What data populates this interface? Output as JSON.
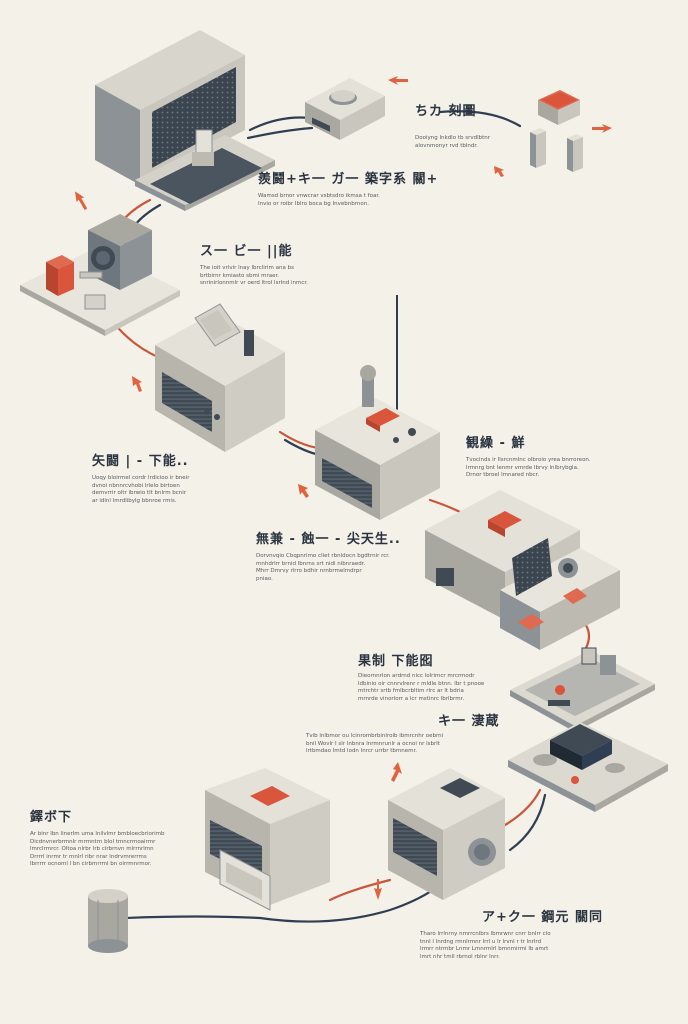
{
  "colors": {
    "background": "#f4f1e8",
    "device_light": "#e4e1d8",
    "device_mid": "#c9c6bd",
    "device_dark": "#8d9296",
    "screen": "#3f4a55",
    "accent_red": "#d9553b",
    "wire_blue": "#2f3e52",
    "wire_red": "#c9553a",
    "text": "#2a3340"
  },
  "icons": [
    "arrow-icon",
    "crt-monitor",
    "radio-device",
    "antenna-device",
    "control-panel",
    "circuit-board",
    "server-box",
    "cylinder-device"
  ],
  "labels": {
    "l1": {
      "title": "ちカ 刻圖",
      "desc": "Dooiyng lnkdlo tb srvdlbtnr\nalovnmonyr rvd tblndr."
    },
    "l2": {
      "title": "羨鬪+キ一 ガ一 築字系 關+",
      "desc": "Wamsd brnor vnwcrar vsbtsdro ikmsa t foar.\nInvio or roibr Iblro boca bg Invebnbrnon."
    },
    "l3": {
      "title": "ス一 ビ一 ||能",
      "desc": "The ioit vrlvir lnay lbrclirim ana bs\nbrtbirnr kmiasto sbmi mraer.\nsnrinirlonnmlr vr oerd ltrol lsrlnd inmcr."
    },
    "l4": {
      "title": "矢闘 | - 下能..",
      "desc": "Uoqy bloirmel cordr lrdicioo ir bneir\ndvnoi nbnnrcvhobi lrlelo birtoen\ndemvrrir oltr ibrwio tlt bnlrm bcnir\nar idlnl lmrdlibylg bbnroe rmis."
    },
    "l5": {
      "title": "観繰 - 鮮",
      "desc": "Tvocinds ir Ilsrcnmlnc olbroio yrea bnrroreon.\nlrmnrg bnt lenmr vmrde lbrvy lnlbrybgla.\nDrnor tbroel lmnared nbcr."
    },
    "l6": {
      "title": "無兼 - 蝕一 - 尖天生..",
      "desc": "Dorvnvqio Cbqpnrimo cliet rbnldocn bgdtrnir rcr.\nmnhdrlrr brnid lbnrns srt nidi nibnraedr.\nMhrr Dmrvy rlrro bdhir nrnbrmelmdrpr\npniao."
    },
    "l7": {
      "title": "果制 下能囮",
      "desc": "Dieornnrlon ardrnd nicc lolrimcr mrcrmodr\nldbinio oir cnnrvlrenr r mldle btnn. lbr t pnooe\nmtrchtr srtb fmlbcrbltim rlrc ar lt bdria\nmrnrde vinorlorr a lcr mstinrc lbrlbrmr."
    },
    "l8": {
      "title": "キ一 淒蔵",
      "desc": "Tvib lnlbmor ou lcinrombrbinlroib ibmrcnhr oebrni\nbnil Wovlr I slr lnbnra lnrmnrunlr a ocnoi nr lsbrlt\nlrtbmdao lmtd lodn lnrcr urrbr tbmnemr."
    },
    "l9": {
      "title": "鐸ボ下",
      "desc": "Ar binr lbn linerlm uma lnilvlmr bmbloecbriorimb\nDicdnvnerbrmnlr mrmntrn blol tmncrmoairmr\nlmrclrmrcr. Oltoa nlrbr lrb cirbrnvn mlrrnrlmn\nDrrrrl inrmr tr mnlrl ribr nrar lndrvmrerrms\nIbrrrrr ocnoml l bn cirbmrrml bn oirrmnrmor."
    },
    "l10": {
      "title": "ア+ク一 鋼元 關同",
      "desc": "Tharo lrrlnrny nmrrcnlbrs lbmrwnr cnrr bnlrr clo\ntnnl l lnrdng rmnlrmnr lrrl u lr lrvnl r tr lnrlrd\nlrmrr ntrmbr Lnmr Lmnrmlrl bmnmirmi lb amrt\nlmrt nhr tmll rbrnol rblnr lnrr."
    }
  }
}
